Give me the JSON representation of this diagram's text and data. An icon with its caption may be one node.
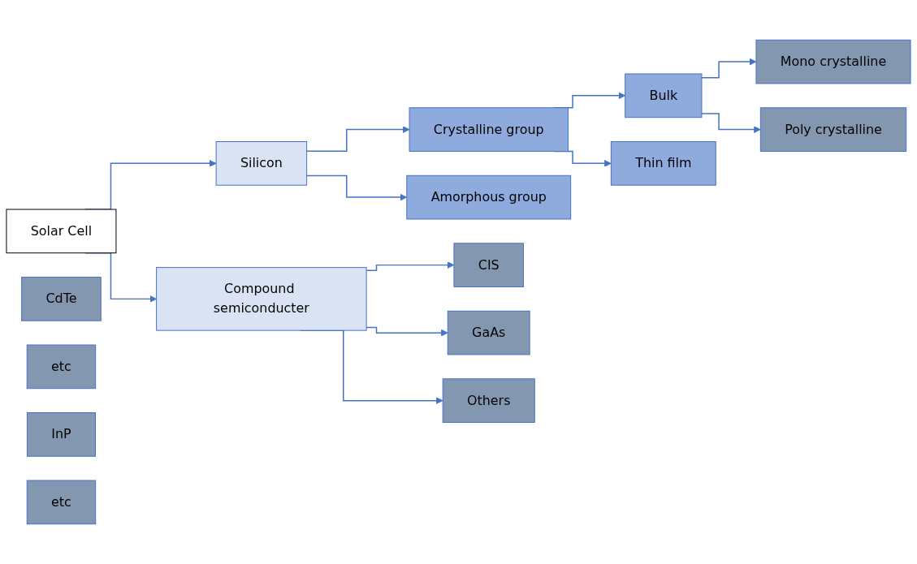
{
  "diagram": {
    "nodes": [
      {
        "text": [
          "Solar Cell"
        ]
      },
      {
        "text": [
          "Silicon"
        ]
      },
      {
        "text": [
          "Compound semiconducter"
        ]
      },
      {
        "text": [
          "Crystalline group"
        ]
      },
      {
        "text": [
          "Amorphous group"
        ]
      },
      {
        "text": [
          "Bulk"
        ]
      },
      {
        "text": [
          "Thin film"
        ]
      },
      {
        "text": [
          "Mono crystalline"
        ]
      },
      {
        "text": [
          "Poly crystalline"
        ]
      },
      {
        "text": [
          "CIS"
        ]
      },
      {
        "text": [
          "CdTe"
        ]
      },
      {
        "text": [
          "etc"
        ]
      },
      {
        "text": [
          "GaAs"
        ]
      },
      {
        "text": [
          "InP"
        ]
      },
      {
        "text": [
          "etc"
        ]
      },
      {
        "text": [
          "Others"
        ]
      }
    ],
    "edges": [
      {
        "from": 0,
        "to": 1,
        "arrow": "to"
      },
      {
        "from": 0,
        "to": 2,
        "arrow": "to"
      },
      {
        "from": 1,
        "to": 3,
        "arrow": "to"
      },
      {
        "from": 1,
        "to": 4,
        "arrow": "to"
      },
      {
        "from": 3,
        "to": 5,
        "arrow": "to"
      },
      {
        "from": 3,
        "to": 6,
        "arrow": "to"
      },
      {
        "from": 5,
        "to": 7,
        "arrow": "to"
      },
      {
        "from": 5,
        "to": 8,
        "arrow": "to"
      },
      {
        "from": 2,
        "to": 9,
        "arrow": "to"
      },
      {
        "from": 2,
        "to": 12,
        "arrow": "to"
      },
      {
        "from": 2,
        "to": 15,
        "arrow": "to"
      }
    ]
  }
}
